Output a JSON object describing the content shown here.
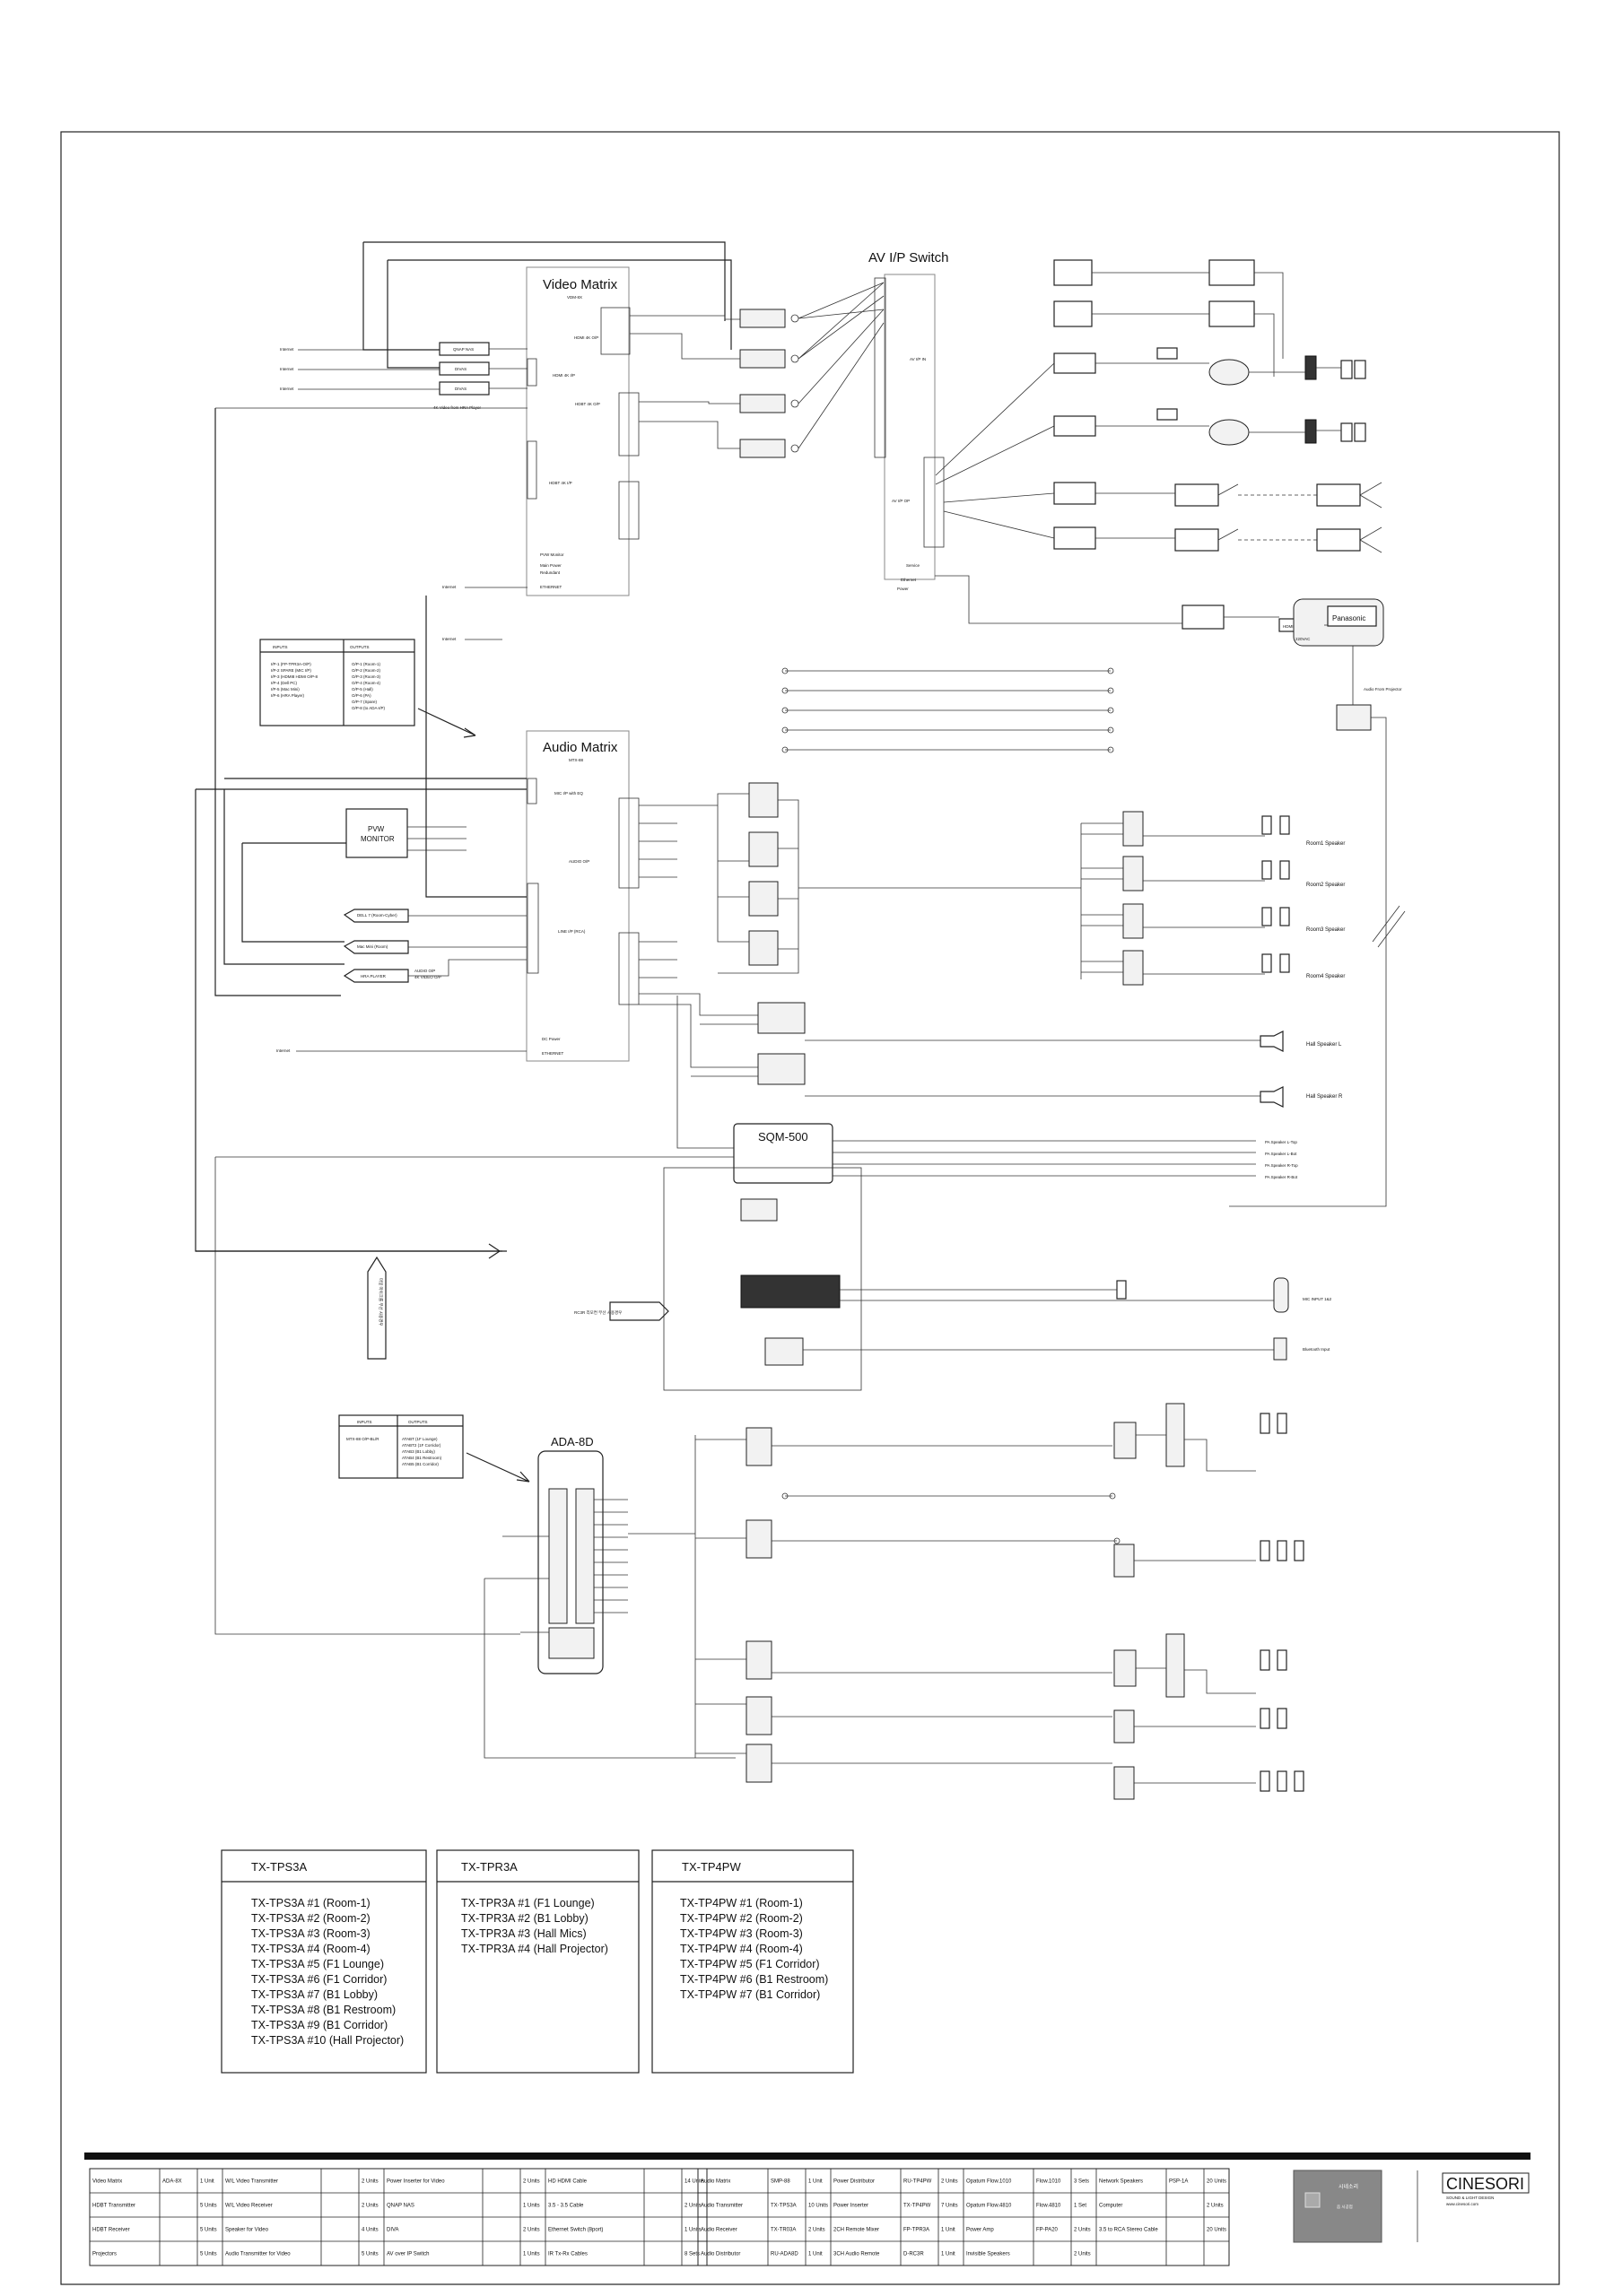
{
  "video_matrix": {
    "title": "Video Matrix",
    "model": "VDM-8X",
    "hdmi_out": "HDMI 4K O/P",
    "hdmi_in": "HDMI 4K I/P",
    "hdbt_out": "HDBT 4K O/P",
    "hdbt_in": "HDBT 4K I/P",
    "pvw": "PVW Monitor",
    "main_power": "Main Power",
    "redundant": "Redundant",
    "ethernet": "ETHERNET",
    "sources": [
      "QNAP NAS",
      "DIVAS",
      "DIVAS"
    ],
    "source_label": "4K Video from HRA Player",
    "internet_labels": [
      "Internet",
      "Internet",
      "Internet",
      "Internet",
      "Internet"
    ]
  },
  "av_switch": {
    "title": "AV I/P Switch",
    "in_label": "AV I/P IN",
    "op_label": "AV I/P OP",
    "service": "Service",
    "ethernet": "Ethernet",
    "power": "Power"
  },
  "io_table_video": {
    "inputs_title": "INPUTS",
    "outputs_title": "OUTPUTS",
    "inputs": [
      "I/P-1 (FP-TPR3A-O/P)",
      "I/P-2 SPARE (MIC I/P)",
      "I/P-3 (HDMI8 HDMI O/P-8",
      "I/P-4 (Dell PC)",
      "I/P-5 (Mac Mini)",
      "I/P-6 (HRA Player)"
    ],
    "outputs": [
      "O/P-1 (Room-1)",
      "O/P-2 (Room-2)",
      "O/P-3 (Room-3)",
      "O/P-4 (Room-4)",
      "O/P-5 (Hall)",
      "O/P-6 (PA)",
      "O/P-7 (Spare)",
      "O/P-8 (to ADA-I/P)"
    ]
  },
  "audio_matrix": {
    "title": "Audio Matrix",
    "model": "MTX-88",
    "mic_in": "MIC I/P with EQ",
    "audio_op": "AUDIO O/P",
    "line_in": "LINE I/P (RCA)",
    "dc_power": "DC Power",
    "ethernet": "ETHERNET",
    "internet": "Internet"
  },
  "pvw_monitor": {
    "label_1": "PVW",
    "label_2": "MONITOR"
  },
  "line_sources": [
    "DELL 7 (Room-Cyber)",
    "Mac Mini (Room)",
    "HRA PLAYER"
  ],
  "line_source_labels": [
    "AUDIO O/P",
    "4K VIDEO O/P"
  ],
  "room_speakers": [
    "Room1 Speaker",
    "Room2 Speaker",
    "Room3 Speaker",
    "Room4 Speaker"
  ],
  "hall_speakers": [
    "Hall Speaker L",
    "Hall Speaker R"
  ],
  "projector": {
    "hdmi_input": "HDMI Input",
    "power": "220VAC",
    "brand": "Panasonic",
    "audio_from": "Audio From Projector"
  },
  "sqm": {
    "title": "SQM-500",
    "pa_outputs": [
      "PA Speaker L-Top",
      "PA Speaker L-Bot",
      "PA Speaker R-Top",
      "PA Speaker R-Bot"
    ],
    "mic_input": "MIC INPUT 1&2",
    "bluetooth": "Bluetooth Input",
    "rc_note": "RC3R 리모컨 무선 사용경우"
  },
  "vertical_note": "마일 마이크를 무선 사용경우",
  "io_table_ada": {
    "inputs_title": "INPUTS",
    "outputs_title": "OUTPUTS",
    "inputs": [
      "MTX-88 O/P-BL/R"
    ],
    "outputs": [
      "ATABT (1F Lounge)",
      "ATABT2 (1F Corridor)",
      "ATAB3 (B1 Lobby)",
      "ATAB4 (B1 Restroom)",
      "ATAB5 (B1 Corridor)"
    ]
  },
  "ada": {
    "title": "ADA-8D"
  },
  "transmitter_lists": [
    {
      "title": "TX-TPS3A",
      "items": [
        "TX-TPS3A #1 (Room-1)",
        "TX-TPS3A #2 (Room-2)",
        "TX-TPS3A #3 (Room-3)",
        "TX-TPS3A #4 (Room-4)",
        "TX-TPS3A #5 (F1 Lounge)",
        "TX-TPS3A #6 (F1 Corridor)",
        "TX-TPS3A #7 (B1 Lobby)",
        "TX-TPS3A #8 (B1 Restroom)",
        "TX-TPS3A #9 (B1 Corridor)",
        "TX-TPS3A #10 (Hall Projector)"
      ]
    },
    {
      "title": "TX-TPR3A",
      "items": [
        "TX-TPR3A #1 (F1 Lounge)",
        "TX-TPR3A #2 (B1 Lobby)",
        "TX-TPR3A #3 (Hall Mics)",
        "TX-TPR3A #4 (Hall Projector)"
      ]
    },
    {
      "title": "TX-TP4PW",
      "items": [
        "TX-TP4PW #1 (Room-1)",
        "TX-TP4PW #2 (Room-2)",
        "TX-TP4PW #3 (Room-3)",
        "TX-TP4PW #4 (Room-4)",
        "TX-TP4PW #5 (F1 Corridor)",
        "TX-TP4PW #6 (B1 Restroom)",
        "TX-TP4PW #7 (B1 Corridor)"
      ]
    }
  ],
  "bom_left": [
    [
      "Video Matrix",
      "ADA-8X",
      "1 Unit",
      "W/L Video Transmitter",
      "",
      "2 Units",
      "Power Inserter for Video",
      "",
      "2 Units",
      "HD HDMI Cable",
      "",
      "14 Units"
    ],
    [
      "HDBT Transmitter",
      "",
      "5 Units",
      "W/L Video Receiver",
      "",
      "2 Units",
      "QNAP NAS",
      "",
      "1 Units",
      "3.5 - 3.5 Cable",
      "",
      "2 Units"
    ],
    [
      "HDBT Receiver",
      "",
      "5 Units",
      "Speaker for Video",
      "",
      "4 Units",
      "DIVA",
      "",
      "2 Units",
      "Ethernet Switch (8port)",
      "",
      "1 Units"
    ],
    [
      "Projectors",
      "",
      "5 Units",
      "Audio Transmitter for Video",
      "",
      "5 Units",
      "AV over IP Switch",
      "",
      "1 Units",
      "IR Tx-Rx Cables",
      "",
      "8 Sets"
    ]
  ],
  "bom_right": [
    [
      "Audio Matrix",
      "SMP-88",
      "1 Unit",
      "Power Distributor",
      "RU-TP4PW",
      "2 Units",
      "Opatum Flow.1010",
      "Flow.1010",
      "3 Sets",
      "Network Speakers",
      "PSP-1A",
      "20 Units"
    ],
    [
      "Audio Transmitter",
      "TX-TPS3A",
      "10 Units",
      "Power Inserter",
      "TX-TP4PW",
      "7 Units",
      "Opatum Flow.4810",
      "Flow.4810",
      "1 Set",
      "Computer",
      "",
      "2 Units"
    ],
    [
      "Audio Receiver",
      "TX-TR03A",
      "2 Units",
      "2CH Remote Mixer",
      "FP-TPR3A",
      "1 Unit",
      "Power Amp",
      "FP-PA20",
      "2 Units",
      "3.5 to RCA Stereo Cable",
      "",
      "20 Units"
    ],
    [
      "Audio Distributor",
      "RU-ADA8D",
      "1 Unit",
      "3CH Audio Remote",
      "D-RC3R",
      "1 Unit",
      "Invisible Speakers",
      "",
      "2 Units",
      "",
      "",
      ""
    ]
  ],
  "title_block": {
    "company_ko": "시네소리",
    "logo_text": "CINESORI",
    "logo_sub_1": "SOUND & LIGHT DESIGN",
    "logo_sub_2": "www.cinesori.com",
    "designer_ko": "음 시공업"
  },
  "colors": {
    "line": "#222222",
    "box_fill": "#f2f2f2",
    "logo_panel": "#888888"
  }
}
